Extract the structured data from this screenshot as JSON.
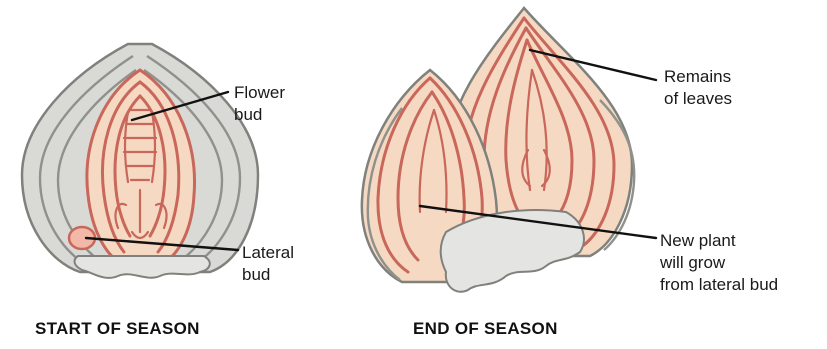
{
  "labels": {
    "flower_bud": [
      "Flower",
      "bud"
    ],
    "lateral_bud": [
      "Lateral",
      "bud"
    ],
    "remains_of_leaves": [
      "Remains",
      "of leaves"
    ],
    "new_plant": [
      "New plant",
      "will grow",
      "from lateral bud"
    ]
  },
  "captions": {
    "start": "START OF SEASON",
    "end": "END OF SEASON"
  },
  "colors": {
    "scale_gray": "#d9dad6",
    "outline_gray": "#7f817c",
    "flesh_pink": "#f6d9c3",
    "line_red": "#c8675a",
    "basal_plate": "#e4e4e2",
    "text": "#1a1a1a"
  }
}
